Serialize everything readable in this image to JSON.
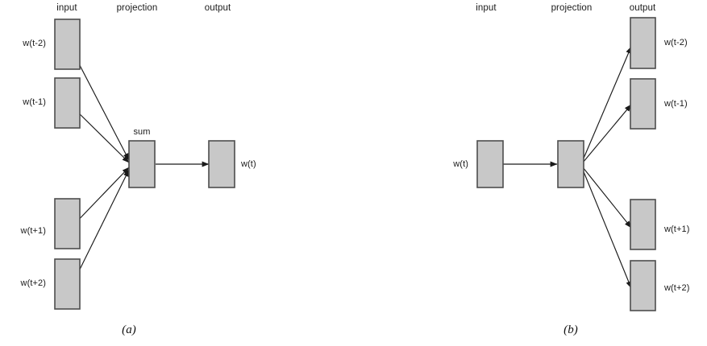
{
  "figure": {
    "background_color": "#ffffff",
    "box_fill_color": "#c8c8c8",
    "box_stroke_color": "#4d4d4d",
    "edge_color": "#1a1a1a"
  },
  "panel_a": {
    "caption": "(a)",
    "column_headers": [
      "input",
      "projection",
      "output"
    ],
    "input_labels": [
      "w(t-2)",
      "w(t-1)",
      "w(t+1)",
      "w(t+2)"
    ],
    "projection_label": "sum",
    "output_label": "w(t)"
  },
  "panel_b": {
    "caption": "(b)",
    "column_headers": [
      "input",
      "projection",
      "output"
    ],
    "input_label": "w(t)",
    "output_labels": [
      "w(t-2)",
      "w(t-1)",
      "w(t+1)",
      "w(t+2)"
    ]
  }
}
